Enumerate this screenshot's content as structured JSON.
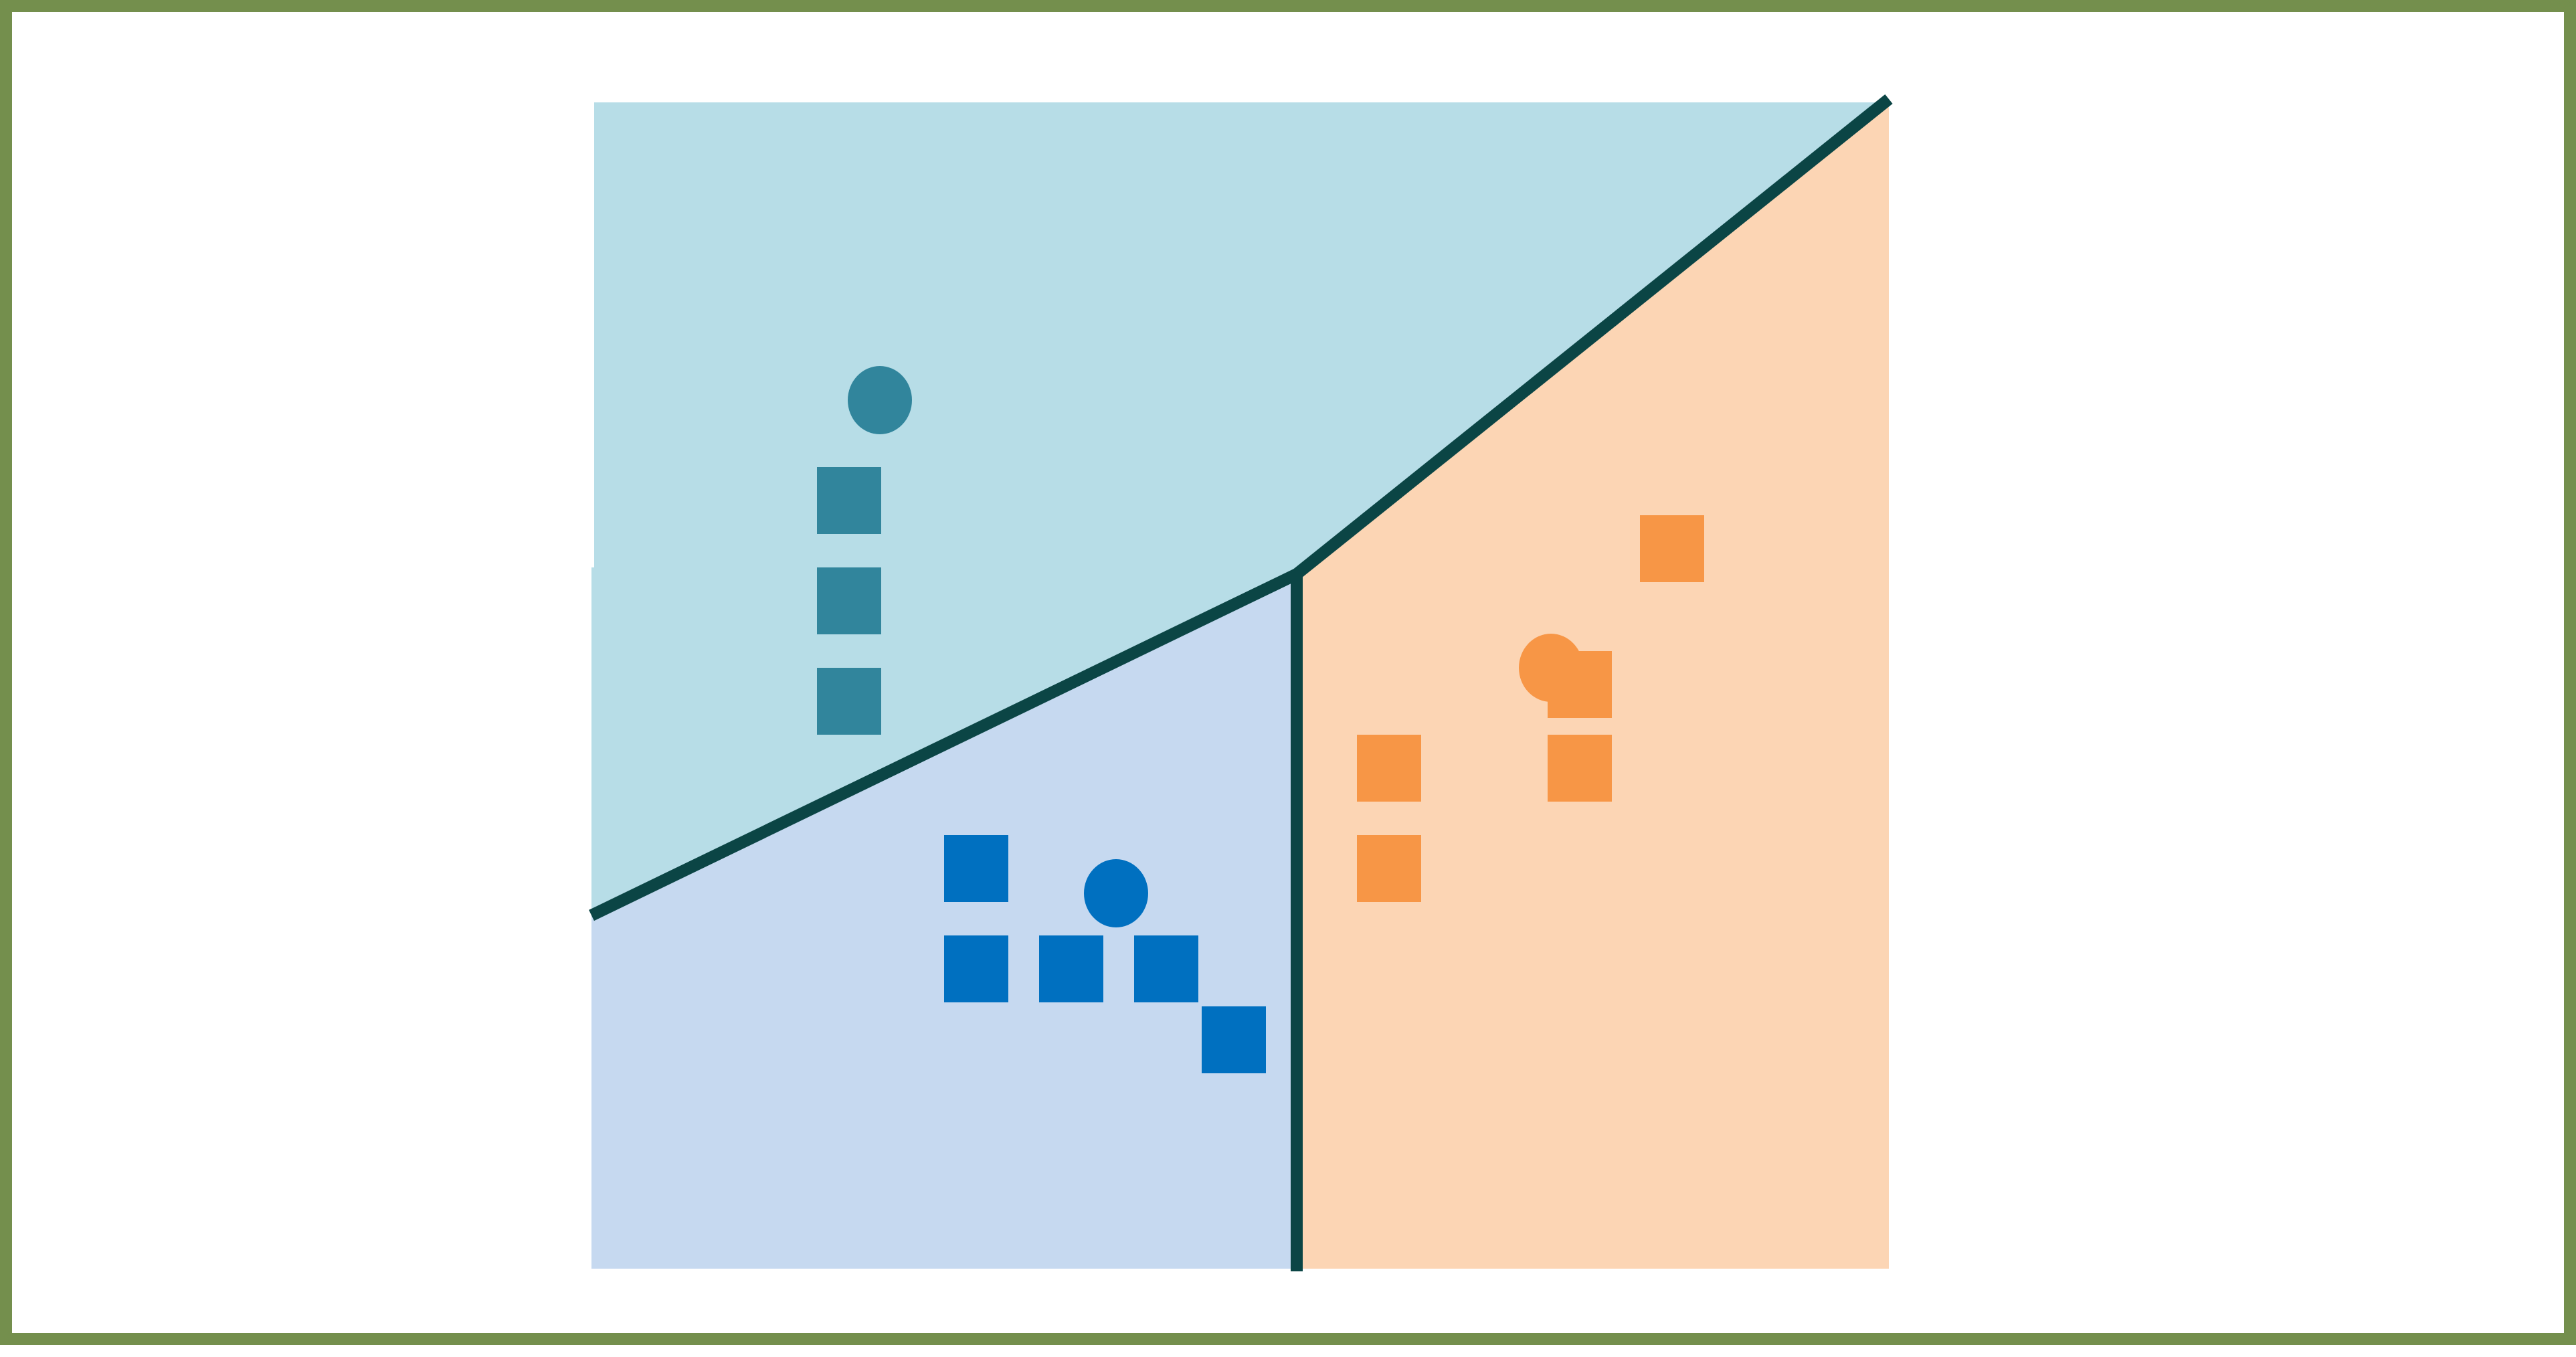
{
  "colors": {
    "frame": "#748f4d",
    "background": "#ffffff",
    "region_teal": "#b7dde7",
    "region_blue": "#c6d9f0",
    "region_orange": "#fcd5b4",
    "boundary": "#0b4545",
    "point_teal": "#31859c",
    "point_blue": "#0070c0",
    "point_orange": "#f79646"
  },
  "regions": [
    {
      "name": "region-teal",
      "class": "teal"
    },
    {
      "name": "region-blue",
      "class": "blue"
    },
    {
      "name": "region-orange",
      "class": "orange"
    }
  ],
  "centroids": [
    {
      "class": "teal"
    },
    {
      "class": "blue"
    },
    {
      "class": "orange"
    }
  ],
  "point_counts": {
    "teal": 3,
    "blue": 5,
    "orange": 5
  }
}
